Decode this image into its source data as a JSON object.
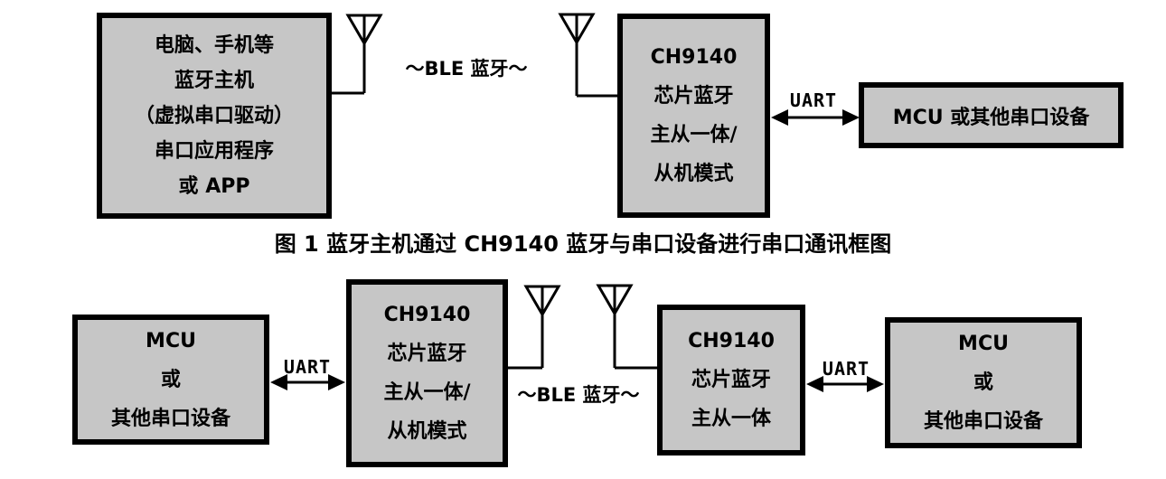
{
  "colors": {
    "box_fill": "#c6c6c6",
    "box_border": "#000000",
    "background": "#ffffff",
    "text": "#000000"
  },
  "diagram1": {
    "caption": "图 1 蓝牙主机通过 CH9140 蓝牙与串口设备进行串口通讯框图",
    "ble_label": "～BLE 蓝牙～",
    "uart_label": "UART",
    "boxes": {
      "host": {
        "lines": [
          "电脑、手机等",
          "蓝牙主机",
          "（虚拟串口驱动）",
          "串口应用程序",
          "或 APP"
        ]
      },
      "ch9140": {
        "lines": [
          "CH9140",
          "芯片蓝牙",
          "主从一体/",
          "从机模式"
        ]
      },
      "mcu": {
        "lines": [
          "MCU 或其他串口设备"
        ]
      }
    }
  },
  "diagram2": {
    "ble_label": "～BLE 蓝牙～",
    "uart_left_label": "UART",
    "uart_right_label": "UART",
    "boxes": {
      "mcu_left": {
        "lines": [
          "MCU",
          "或",
          "其他串口设备"
        ]
      },
      "ch9140_left": {
        "lines": [
          "CH9140",
          "芯片蓝牙",
          "主从一体/",
          "从机模式"
        ]
      },
      "ch9140_right": {
        "lines": [
          "CH9140",
          "芯片蓝牙",
          "主从一体"
        ]
      },
      "mcu_right": {
        "lines": [
          "MCU",
          "或",
          "其他串口设备"
        ]
      }
    }
  }
}
